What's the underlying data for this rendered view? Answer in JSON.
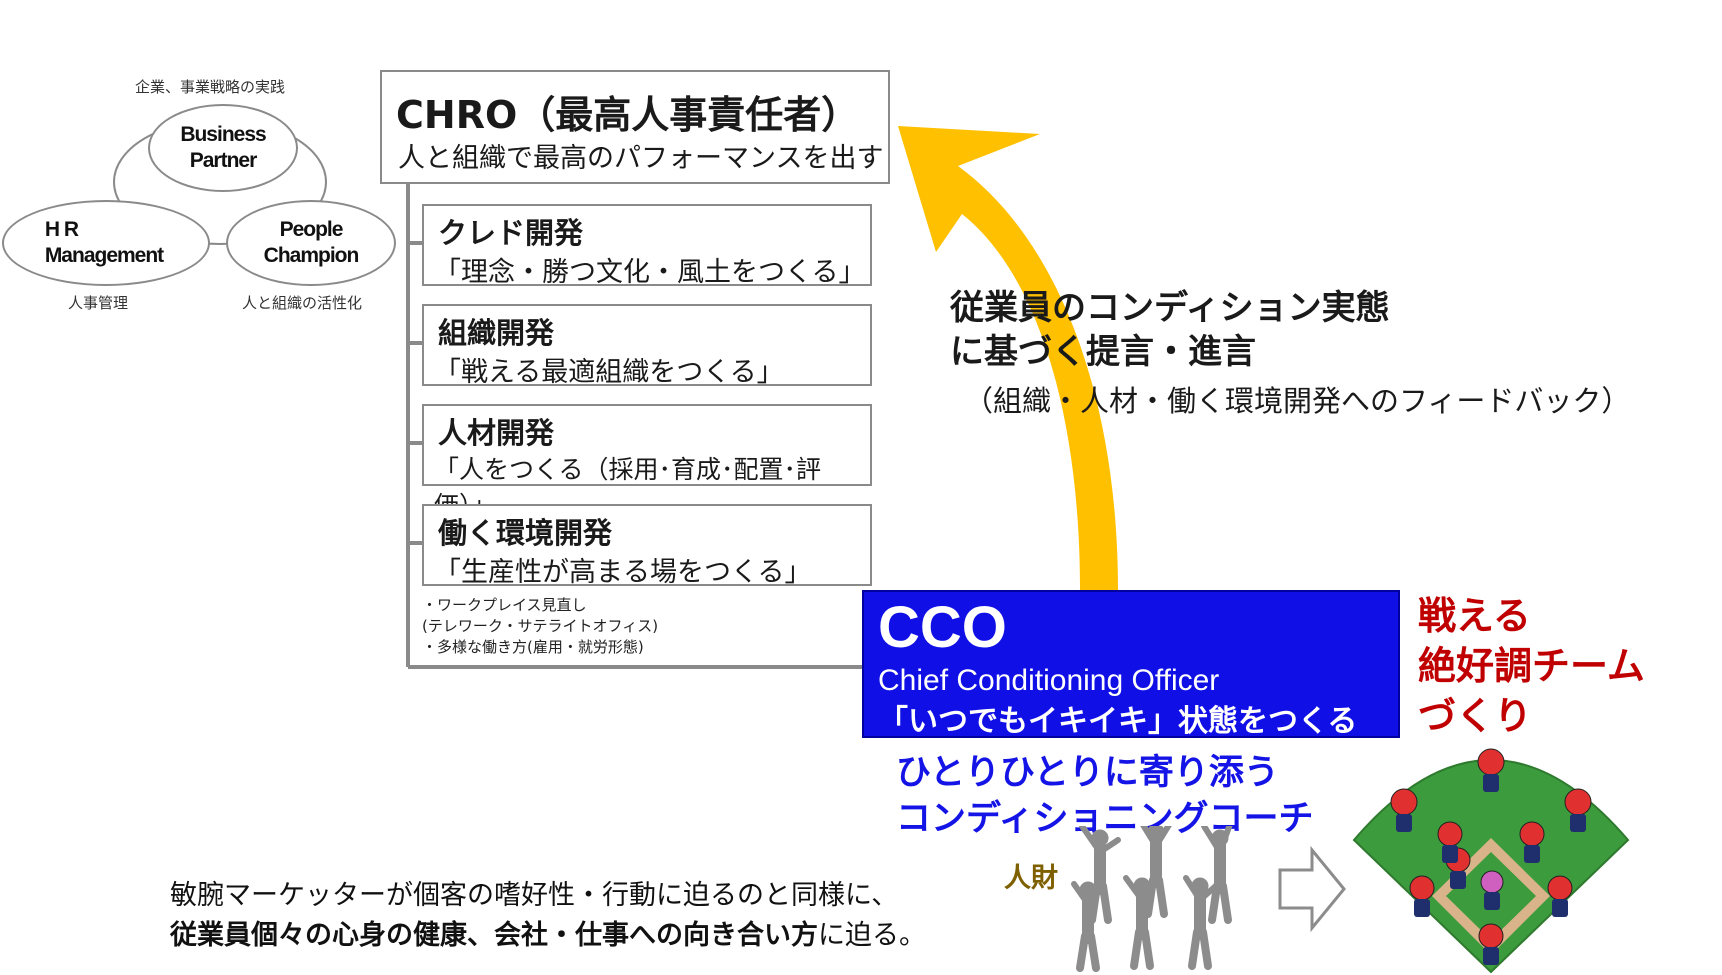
{
  "hr_roles": {
    "top_caption": "企業、事業戦略の実践",
    "business_partner": [
      "Business",
      "Partner"
    ],
    "hr_management": [
      "H R",
      "Management"
    ],
    "people_champion": [
      "People",
      "Champion"
    ],
    "left_caption": "人事管理",
    "right_caption": "人と組織の活性化"
  },
  "chro": {
    "title": "CHRO（最高人事責任者）",
    "subtitle": "人と組織で最高のパフォーマンスを出す"
  },
  "developments": [
    {
      "title": "クレド開発",
      "subtitle": "「理念・勝つ文化・風土をつくる」"
    },
    {
      "title": "組織開発",
      "subtitle": "「戦える最適組織をつくる」"
    },
    {
      "title": "人材開発",
      "subtitle": "「人をつくる（採用･育成･配置･評価）」"
    },
    {
      "title": "働く環境開発",
      "subtitle": "「生産性が高まる場をつくる」"
    }
  ],
  "workplace_notes": [
    "・ワークプレイス見直し",
    "(テレワーク・サテライトオフィス)",
    "・多様な働き方(雇用・就労形態)"
  ],
  "feedback": {
    "line1": "従業員のコンディション実態",
    "line2": "に基づく提言・進言",
    "line3": "（組織・人材・働く環境開発へのフィードバック）"
  },
  "cco": {
    "title": "CCO",
    "english": "Chief Conditioning Officer",
    "tagline": "「いつでもイキイキ」状態をつくる"
  },
  "team": {
    "line1": "戦える",
    "line2": "絶好調チーム",
    "line3": "づくり"
  },
  "coach": {
    "line1": "ひとりひとりに寄り添う",
    "line2": "コンディショニングコーチ"
  },
  "talent_label": "人財",
  "bottom_text": {
    "line1": "敏腕マーケッターが個客の嗜好性・行動に迫るのと同様に、",
    "line2_bold": "従業員個々の心身の健康、会社・仕事への向き合い方",
    "line2_rest": "に迫る。"
  },
  "colors": {
    "arrow": "#ffc000",
    "cco_box": "#0f0fe6",
    "team_text": "#c00000",
    "coach_text": "#1414e6",
    "talent_text": "#7f6000",
    "field_grass": "#3c9b3c",
    "field_dirt": "#d9b48a"
  }
}
